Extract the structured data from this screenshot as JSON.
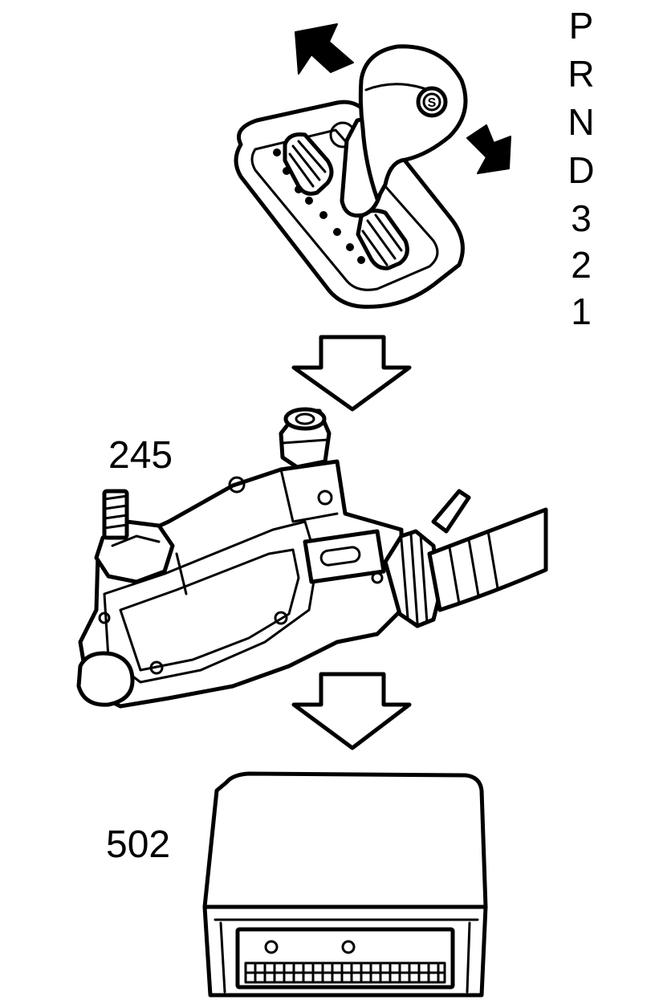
{
  "gear_positions": [
    "P",
    "R",
    "N",
    "D",
    "3",
    "2",
    "1"
  ],
  "callouts": {
    "sensor": "245",
    "control_unit": "502"
  },
  "colors": {
    "ink": "#000000",
    "paper": "#ffffff"
  },
  "icons": {
    "flow_arrow": "down-arrow-outline-icon",
    "move_arrow": "solid-direction-arrow-icon",
    "shift_button": "s-button-icon"
  }
}
